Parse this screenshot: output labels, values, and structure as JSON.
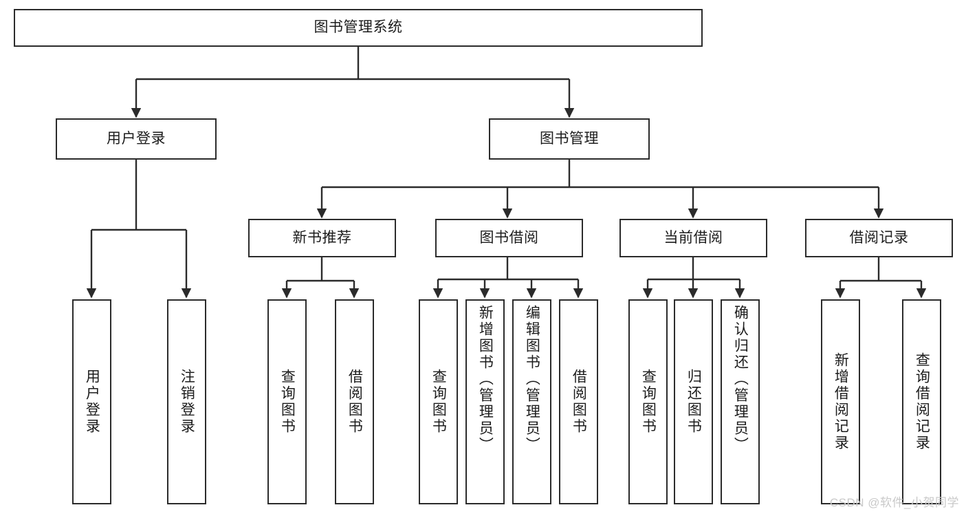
{
  "diagram": {
    "title": "图书管理系统",
    "type": "tree",
    "root": {
      "label": "图书管理系统"
    },
    "level2": [
      {
        "label": "用户登录"
      },
      {
        "label": "图书管理"
      }
    ],
    "level3": [
      {
        "label": "新书推荐"
      },
      {
        "label": "图书借阅"
      },
      {
        "label": "当前借阅"
      },
      {
        "label": "借阅记录"
      }
    ],
    "leaves": {
      "user_login": [
        {
          "label": "用户登录"
        },
        {
          "label": "注销登录"
        }
      ],
      "new_book_recommend": [
        {
          "label": "查询图书"
        },
        {
          "label": "借阅图书"
        }
      ],
      "book_borrow": [
        {
          "label": "查询图书"
        },
        {
          "label": "新增图书（管理员）"
        },
        {
          "label": "编辑图书（管理员）"
        },
        {
          "label": "借阅图书"
        }
      ],
      "current_borrow": [
        {
          "label": "查询图书"
        },
        {
          "label": "归还图书"
        },
        {
          "label": "确认归还（管理员）"
        }
      ],
      "borrow_record": [
        {
          "label": "新增借阅记录"
        },
        {
          "label": "查询借阅记录"
        }
      ]
    }
  },
  "watermark": {
    "text": "CSDN @软件_小贺同学"
  },
  "colors": {
    "stroke": "#2b2b2b",
    "fill": "#ffffff",
    "text": "#1c1c1c",
    "watermark": "#c9c9c9"
  }
}
